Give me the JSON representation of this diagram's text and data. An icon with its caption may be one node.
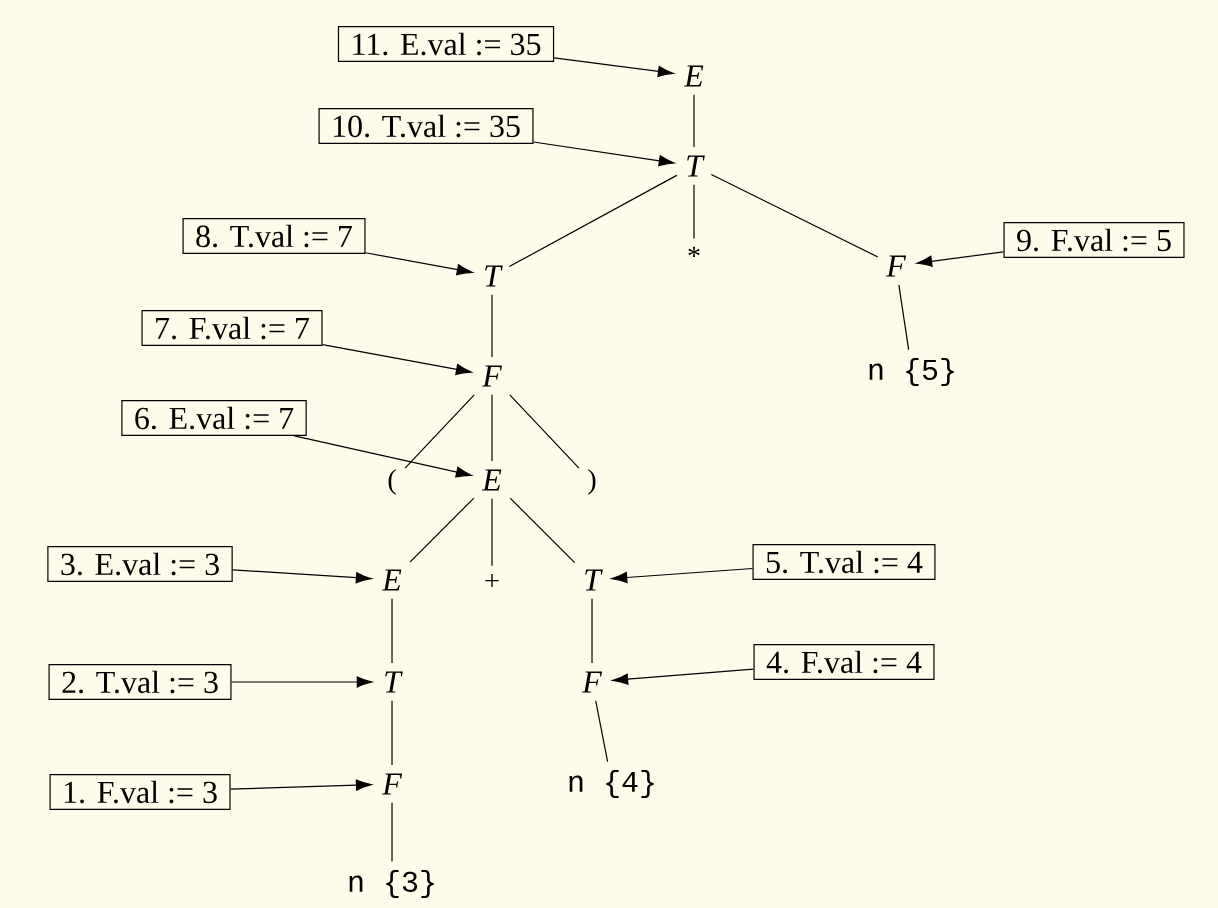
{
  "diagram": {
    "nodes": [
      {
        "text": [
          "11. E.val := 35"
        ]
      },
      {
        "text": [
          "E"
        ]
      },
      {
        "text": [
          "10. T.val := 35"
        ]
      },
      {
        "text": [
          "T"
        ]
      },
      {
        "text": [
          "8. T.val := 7"
        ]
      },
      {
        "text": [
          "T"
        ]
      },
      {
        "text": [
          "*"
        ]
      },
      {
        "text": [
          "F"
        ]
      },
      {
        "text": [
          "9. F.val := 5"
        ]
      },
      {
        "text": [
          "7. F.val := 7"
        ]
      },
      {
        "text": [
          "F"
        ]
      },
      {
        "text": [
          "n {5}"
        ]
      },
      {
        "text": [
          "6. E.val := 7"
        ]
      },
      {
        "text": [
          "("
        ]
      },
      {
        "text": [
          "E"
        ]
      },
      {
        "text": [
          ")"
        ]
      },
      {
        "text": [
          "3. E.val := 3"
        ]
      },
      {
        "text": [
          "E"
        ]
      },
      {
        "text": [
          "+"
        ]
      },
      {
        "text": [
          "T"
        ]
      },
      {
        "text": [
          "5. T.val := 4"
        ]
      },
      {
        "text": [
          "2. T.val := 3"
        ]
      },
      {
        "text": [
          "T"
        ]
      },
      {
        "text": [
          "4. F.val := 4"
        ]
      },
      {
        "text": [
          "F"
        ]
      },
      {
        "text": [
          "1. F.val := 3"
        ]
      },
      {
        "text": [
          "F"
        ]
      },
      {
        "text": [
          "n {4}"
        ]
      },
      {
        "text": [
          "n {3}"
        ]
      }
    ],
    "edges": [
      {
        "from": 1,
        "to": 3,
        "arrow": "none"
      },
      {
        "from": 3,
        "to": 5,
        "arrow": "none"
      },
      {
        "from": 3,
        "to": 6,
        "arrow": "none"
      },
      {
        "from": 3,
        "to": 7,
        "arrow": "none"
      },
      {
        "from": 5,
        "to": 10,
        "arrow": "none"
      },
      {
        "from": 7,
        "to": 11,
        "arrow": "none"
      },
      {
        "from": 10,
        "to": 13,
        "arrow": "none"
      },
      {
        "from": 10,
        "to": 14,
        "arrow": "none"
      },
      {
        "from": 10,
        "to": 15,
        "arrow": "none"
      },
      {
        "from": 14,
        "to": 17,
        "arrow": "none"
      },
      {
        "from": 14,
        "to": 18,
        "arrow": "none"
      },
      {
        "from": 14,
        "to": 19,
        "arrow": "none"
      },
      {
        "from": 17,
        "to": 22,
        "arrow": "none"
      },
      {
        "from": 19,
        "to": 24,
        "arrow": "none"
      },
      {
        "from": 22,
        "to": 26,
        "arrow": "none"
      },
      {
        "from": 24,
        "to": 27,
        "arrow": "none"
      },
      {
        "from": 26,
        "to": 28,
        "arrow": "none"
      },
      {
        "from": 0,
        "to": 1,
        "arrow": "to"
      },
      {
        "from": 2,
        "to": 3,
        "arrow": "to"
      },
      {
        "from": 4,
        "to": 5,
        "arrow": "to"
      },
      {
        "from": 8,
        "to": 7,
        "arrow": "to"
      },
      {
        "from": 9,
        "to": 10,
        "arrow": "to"
      },
      {
        "from": 12,
        "to": 14,
        "arrow": "to"
      },
      {
        "from": 16,
        "to": 17,
        "arrow": "to"
      },
      {
        "from": 20,
        "to": 19,
        "arrow": "to"
      },
      {
        "from": 21,
        "to": 22,
        "arrow": "to"
      },
      {
        "from": 23,
        "to": 24,
        "arrow": "to"
      },
      {
        "from": 25,
        "to": 26,
        "arrow": "to"
      }
    ]
  }
}
